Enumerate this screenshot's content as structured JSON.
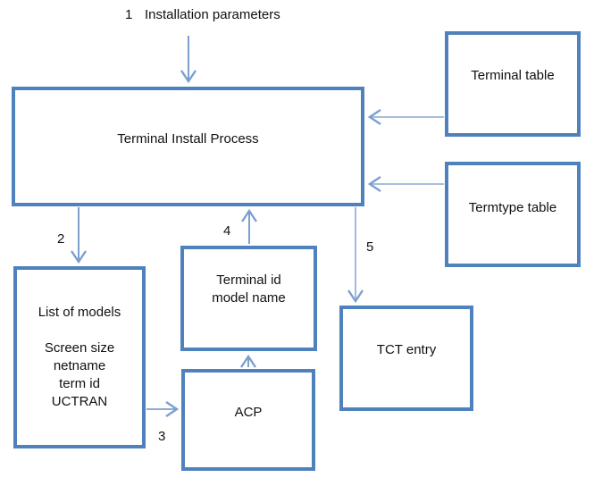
{
  "colors": {
    "box_border": "#4f81bd",
    "arrow": "#7b9fd0",
    "text": "#111111",
    "background": "#ffffff"
  },
  "top_label": {
    "number": "1",
    "text": "Installation parameters"
  },
  "step_labels": {
    "two": "2",
    "three": "3",
    "four": "4",
    "five": "5"
  },
  "boxes": {
    "terminal_install_process": {
      "label": "Terminal Install Process"
    },
    "terminal_table": {
      "label": "Terminal table"
    },
    "termtype_table": {
      "label": "Termtype table"
    },
    "list_of_models": {
      "lines": [
        "List of models",
        "",
        "Screen size",
        "netname",
        "term id",
        "UCTRAN"
      ]
    },
    "terminal_id_model_name": {
      "lines": [
        "Terminal id",
        "model name"
      ]
    },
    "acp": {
      "label": "ACP"
    },
    "tct_entry": {
      "label": "TCT entry"
    }
  },
  "arrows": [
    {
      "name": "installation-parameters-to-install",
      "from": "installation-parameters-label",
      "to": "terminal-install-process"
    },
    {
      "name": "install-to-list-of-models",
      "from": "terminal-install-process",
      "to": "list-of-models"
    },
    {
      "name": "list-of-models-to-acp",
      "from": "list-of-models",
      "to": "acp"
    },
    {
      "name": "terminal-id-to-install",
      "from": "terminal-id-model-name",
      "to": "terminal-install-process"
    },
    {
      "name": "install-to-tct-entry",
      "from": "terminal-install-process",
      "to": "tct-entry"
    },
    {
      "name": "acp-to-terminal-id",
      "from": "acp",
      "to": "terminal-id-model-name"
    },
    {
      "name": "terminal-table-to-install",
      "from": "terminal-table",
      "to": "terminal-install-process"
    },
    {
      "name": "termtype-table-to-install",
      "from": "termtype-table",
      "to": "terminal-install-process"
    }
  ]
}
